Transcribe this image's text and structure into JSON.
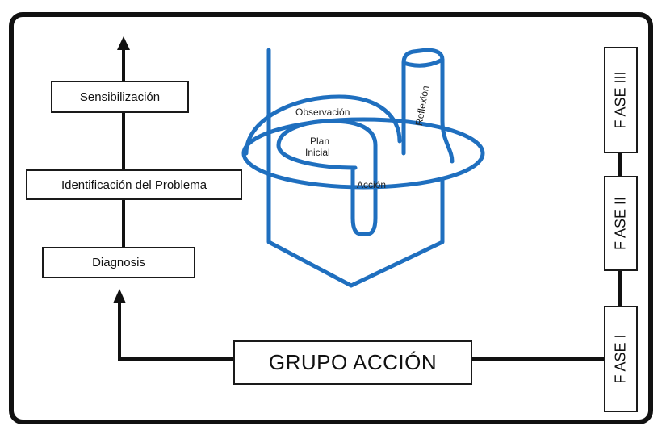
{
  "left_steps": {
    "top": "Sensibilización",
    "middle": "Identificación del Problema",
    "bottom": "Diagnosis"
  },
  "group": {
    "label": "GRUPO ACCIÓN"
  },
  "phases": [
    "F ASE III",
    "F ASE II",
    "F ASE I"
  ],
  "spiral": {
    "observacion": "Observación",
    "plan_line1": "Plan",
    "plan_line2": "Inicial",
    "accion": "Acción",
    "reflexion": "Reflexión"
  },
  "colors": {
    "spiral": "#1f6fbf",
    "frame": "#111111"
  },
  "icons": [
    "arrow-up-icon"
  ]
}
